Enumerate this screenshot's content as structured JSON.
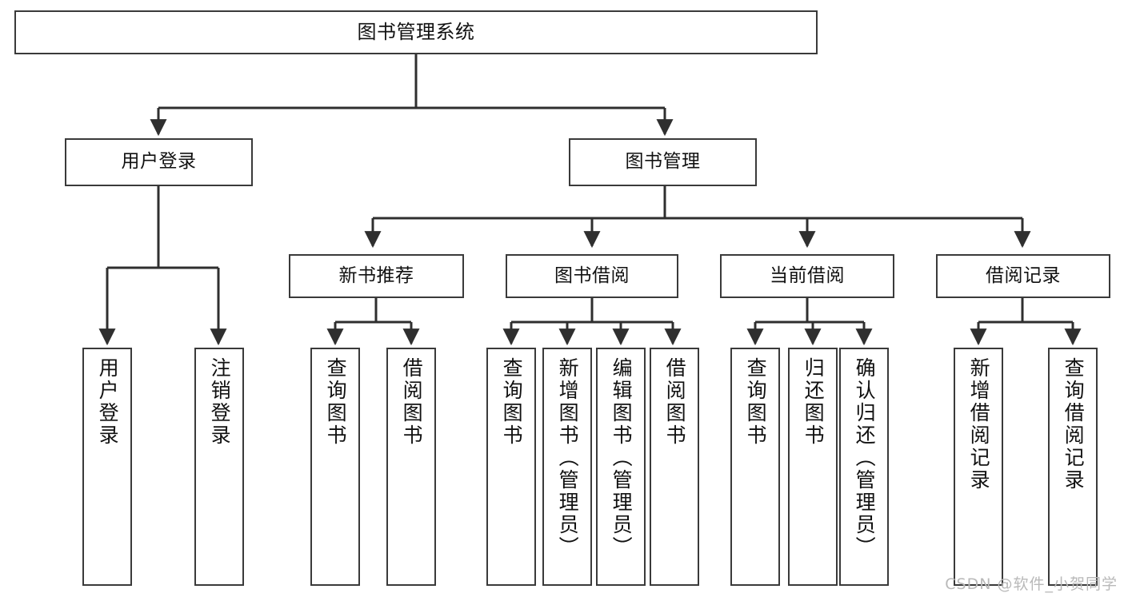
{
  "diagram": {
    "title": "图书管理系统",
    "watermark": "CSDN @软件_小贺同学",
    "colors": {
      "stroke": "#3a3a3a",
      "fill": "#ffffff",
      "text": "#111111",
      "watermark": "#b9b9b9"
    },
    "root": {
      "label": "图书管理系统"
    },
    "level2": [
      {
        "label": "用户登录"
      },
      {
        "label": "图书管理"
      }
    ],
    "level3": [
      {
        "label": "新书推荐"
      },
      {
        "label": "图书借阅"
      },
      {
        "label": "当前借阅"
      },
      {
        "label": "借阅记录"
      }
    ],
    "leaves": [
      {
        "label": "用户登录",
        "parent": "用户登录"
      },
      {
        "label": "注销登录",
        "parent": "用户登录"
      },
      {
        "label": "查询图书",
        "parent": "新书推荐"
      },
      {
        "label": "借阅图书",
        "parent": "新书推荐"
      },
      {
        "label": "查询图书",
        "parent": "图书借阅"
      },
      {
        "label": "新增图书（管理员）",
        "parent": "图书借阅"
      },
      {
        "label": "编辑图书（管理员）",
        "parent": "图书借阅"
      },
      {
        "label": "借阅图书",
        "parent": "图书借阅"
      },
      {
        "label": "查询图书",
        "parent": "当前借阅"
      },
      {
        "label": "归还图书",
        "parent": "当前借阅"
      },
      {
        "label": "确认归还（管理员）",
        "parent": "当前借阅"
      },
      {
        "label": "新增借阅记录",
        "parent": "借阅记录"
      },
      {
        "label": "查询借阅记录",
        "parent": "借阅记录"
      }
    ]
  }
}
